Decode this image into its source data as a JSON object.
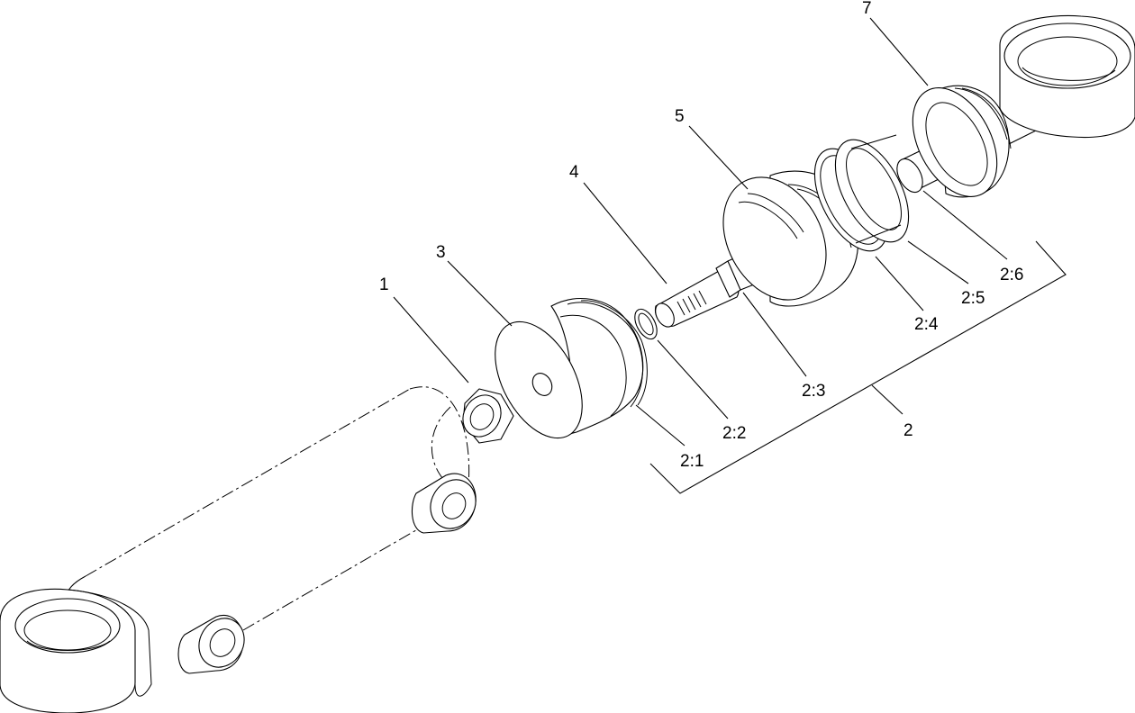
{
  "callouts": {
    "c1": "1",
    "c2": "2",
    "c2_1": "2:1",
    "c2_2": "2:2",
    "c2_3": "2:3",
    "c2_4": "2:4",
    "c2_5": "2:5",
    "c2_6": "2:6",
    "c3": "3",
    "c4": "4",
    "c5": "5",
    "c7": "7"
  }
}
